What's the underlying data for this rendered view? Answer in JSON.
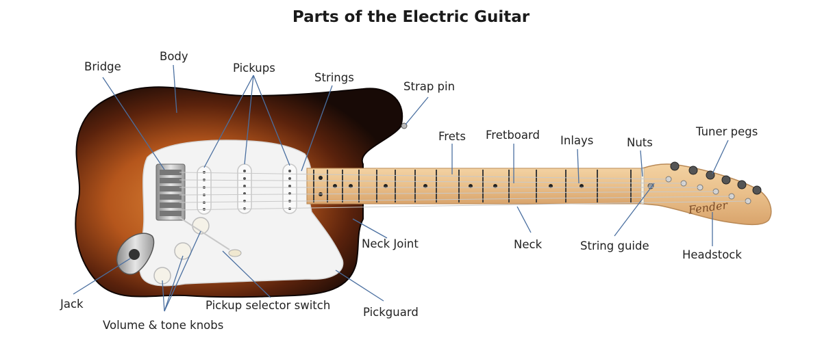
{
  "title": "Parts of the Electric Guitar",
  "labels": {
    "bridge": "Bridge",
    "body": "Body",
    "pickups": "Pickups",
    "strings": "Strings",
    "strap_pin": "Strap pin",
    "frets": "Frets",
    "fretboard": "Fretboard",
    "inlays": "Inlays",
    "nuts": "Nuts",
    "tuner_pegs": "Tuner pegs",
    "neck_joint": "Neck Joint",
    "neck": "Neck",
    "string_guide": "String guide",
    "headstock": "Headstock",
    "jack": "Jack",
    "pickup_selector_switch": "Pickup selector switch",
    "pickguard": "Pickguard",
    "volume_tone_knobs": "Volume & tone knobs"
  },
  "headstock_logo": "Fender",
  "colors": {
    "leader_line": "#4a6fa0",
    "body_dark": "#180a06",
    "body_sunburst": "#b5561c",
    "pickguard": "#f3f3f3",
    "maple": "#e9bf8a",
    "fret_marker": "#222222"
  }
}
